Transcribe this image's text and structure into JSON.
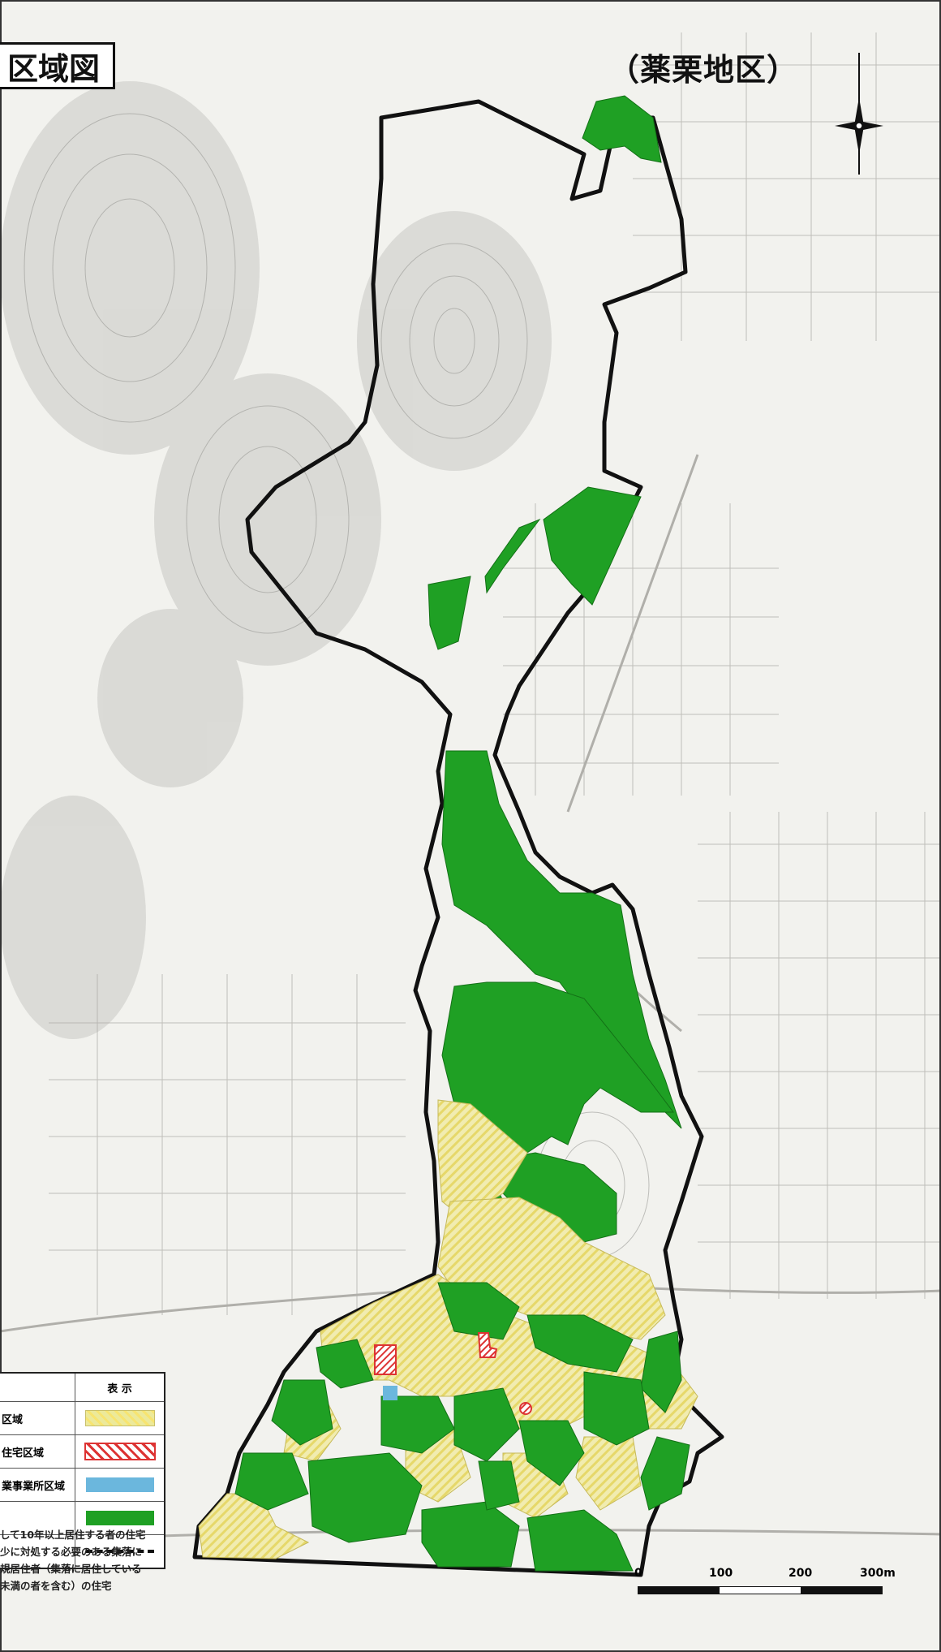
{
  "map": {
    "title": "区域図",
    "district": "（薬栗地区）"
  },
  "legend": {
    "header": "表 示",
    "items": [
      {
        "label": "区域",
        "symbol": "yellow-hatch"
      },
      {
        "label": "住宅区域",
        "symbol": "red-hatch"
      },
      {
        "label": "業事業所区域",
        "symbol": "blue-fill"
      },
      {
        "label": "",
        "symbol": "green-fill"
      },
      {
        "label": "",
        "symbol": "dash-dot-line"
      }
    ]
  },
  "note": [
    "して10年以上居住する者の住宅",
    "少に対処する必要のある集落に",
    "規居住者（集落に居住している",
    "未満の者を含む）の住宅"
  ],
  "scale_bar": {
    "labels": [
      "0",
      "100",
      "200",
      "300m"
    ],
    "max_value": 300
  },
  "colors": {
    "green": "#1fa024",
    "yellow": "#efe68a",
    "red": "#d33333",
    "blue": "#6bb7dd",
    "boundary": "#111111"
  }
}
